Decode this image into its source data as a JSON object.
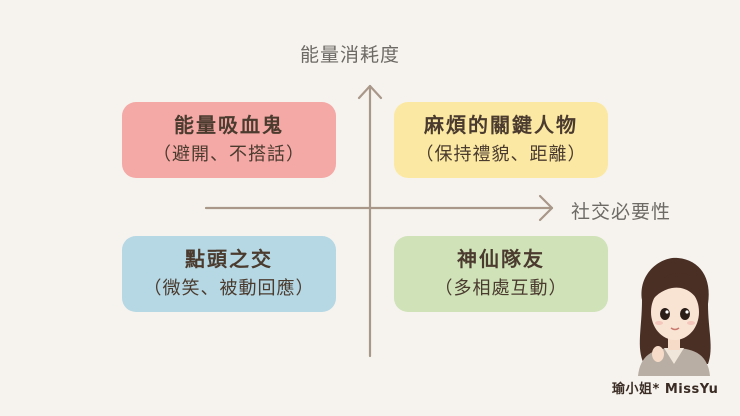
{
  "axes": {
    "vertical_label": "能量消耗度",
    "horizontal_label": "社交必要性"
  },
  "quadrants": [
    {
      "title": "能量吸血鬼",
      "subtitle": "（避開、不搭話）",
      "color": "#f4a9a6"
    },
    {
      "title": "麻煩的關鍵人物",
      "subtitle": "（保持禮貌、距離）",
      "color": "#fbe9a3"
    },
    {
      "title": "點頭之交",
      "subtitle": "（微笑、被動回應）",
      "color": "#b5d8e4"
    },
    {
      "title": "神仙隊友",
      "subtitle": "（多相處互動）",
      "color": "#cfe2b8"
    }
  ],
  "credit": "瑜小姐* MissYu",
  "colors": {
    "background": "#f6f3ee",
    "axis": "#a9978a",
    "text": "#4b3b2f"
  }
}
